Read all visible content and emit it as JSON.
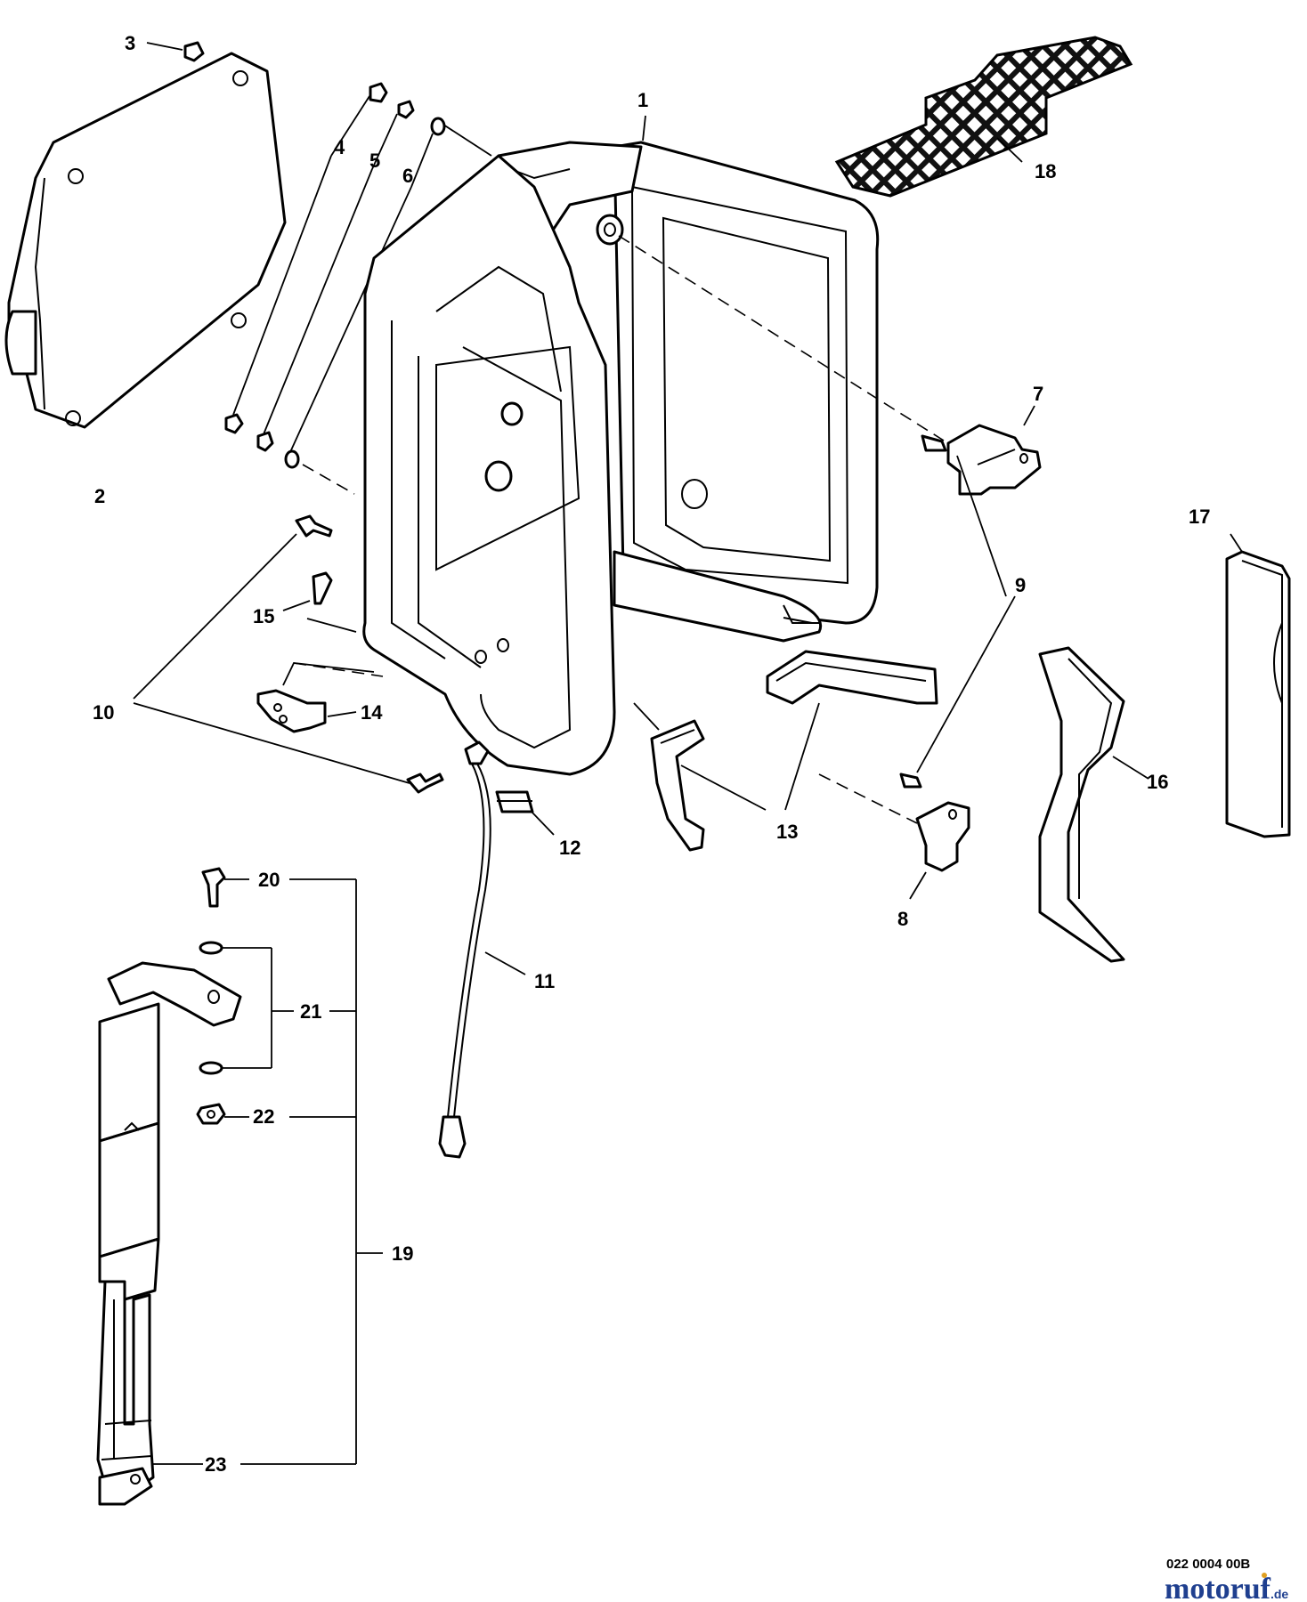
{
  "labels": {
    "p1": "1",
    "p2": "2",
    "p3": "3",
    "p4": "4",
    "p5": "5",
    "p6": "6",
    "p7": "7",
    "p8": "8",
    "p9": "9",
    "p10": "10",
    "p11": "11",
    "p12": "12",
    "p13": "13",
    "p14": "14",
    "p15": "15",
    "p16": "16",
    "p17": "17",
    "p18": "18",
    "p19": "19",
    "p20": "20",
    "p21": "21",
    "p22": "22",
    "p23": "23"
  },
  "footer": {
    "code": "022 0004 00B",
    "brand": "motoruf",
    "brand_suffix": ".de"
  },
  "colors": {
    "brand_primary": "#1f3f8f",
    "brand_accent": "#e0a020",
    "line": "#000000"
  }
}
